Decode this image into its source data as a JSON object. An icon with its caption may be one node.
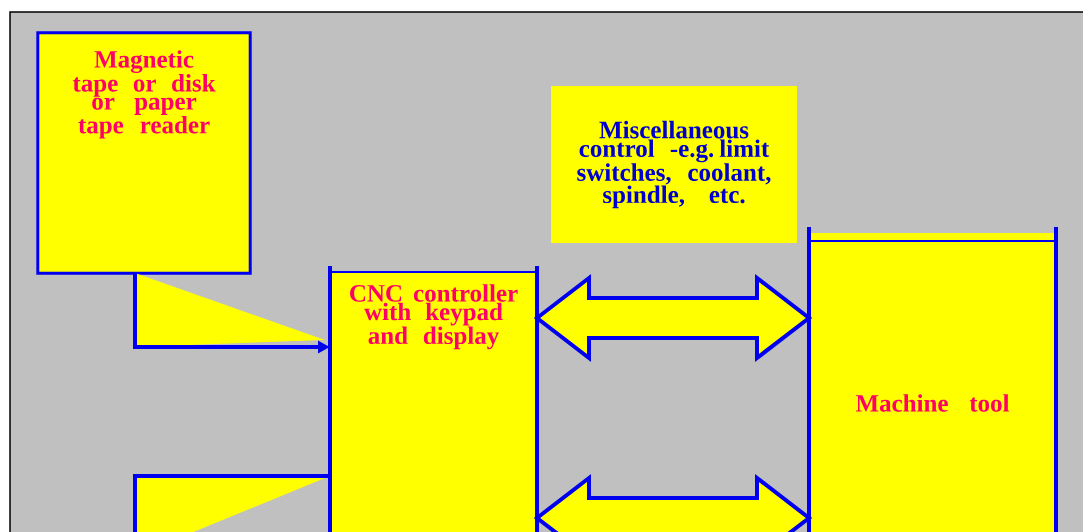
{
  "diagram": {
    "nodes": [
      {
        "text": [
          "Magnetic tape or disk or paper tape reader"
        ]
      },
      {
        "text": [
          "Miscellaneous control -e.g. limit switches, coolant, spindle, etc."
        ]
      },
      {
        "text": [
          "CNC controller with keypad and display"
        ]
      },
      {
        "text": [
          "Machine tool"
        ]
      }
    ],
    "edges": [
      {
        "from": 0,
        "to": 2,
        "arrow": "to"
      },
      {
        "from": 2,
        "to": 3,
        "arrow": "both",
        "style": "thick"
      },
      {
        "from": 2,
        "to": 3,
        "arrow": "both",
        "style": "thick"
      },
      {
        "from": 2,
        "to": null,
        "arrow": "none"
      }
    ]
  }
}
